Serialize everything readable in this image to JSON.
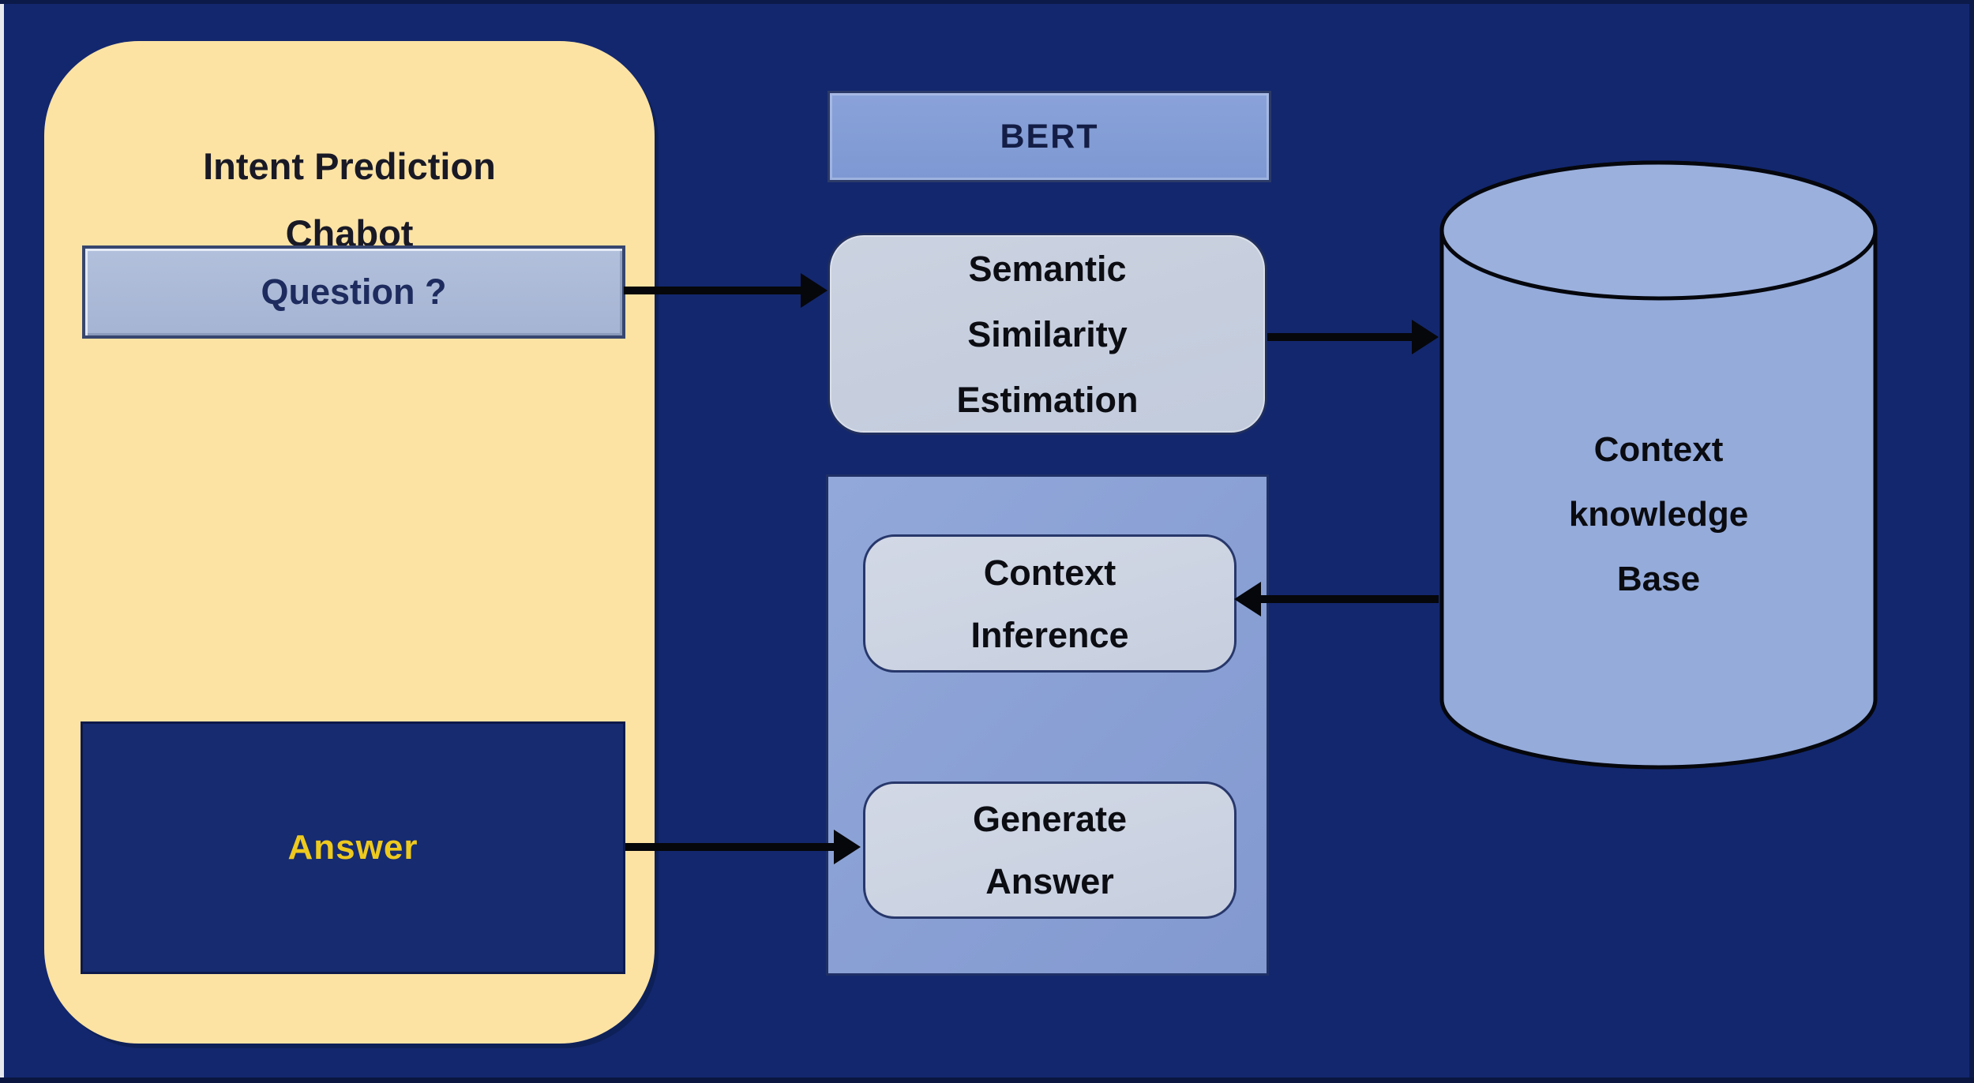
{
  "figure": {
    "chatbot_panel": {
      "title": [
        "Intent Prediction",
        "Chabot"
      ],
      "question_label": "Question ?",
      "answer_label": "Answer"
    },
    "bert_label": "BERT",
    "semantic_box_lines": [
      "Semantic",
      "Similarity",
      "Estimation"
    ],
    "context_inference_lines": [
      "Context",
      "Inference"
    ],
    "generate_answer_lines": [
      "Generate",
      "Answer"
    ],
    "knowledge_base_lines": [
      "Context",
      "knowledge",
      "Base"
    ],
    "colors": {
      "background": "#13276e",
      "frame": "#0c1a4a",
      "chatbot_panel_fill": "#fce3a4",
      "question_box_fill": "#a9b8d6",
      "bert_box_fill": "#7d98d3",
      "semantic_box_fill": "#c6cedd",
      "pipeline_panel_fill": "#8ba3d6",
      "process_box_fill": "#cdd4e2",
      "cylinder_fill": "#95abda",
      "answer_box_fill": "#162b70",
      "answer_text": "#eec91e",
      "dark_text": "#0c0d13",
      "navy_text": "#1d2b5e",
      "arrow": "#06070a"
    }
  }
}
